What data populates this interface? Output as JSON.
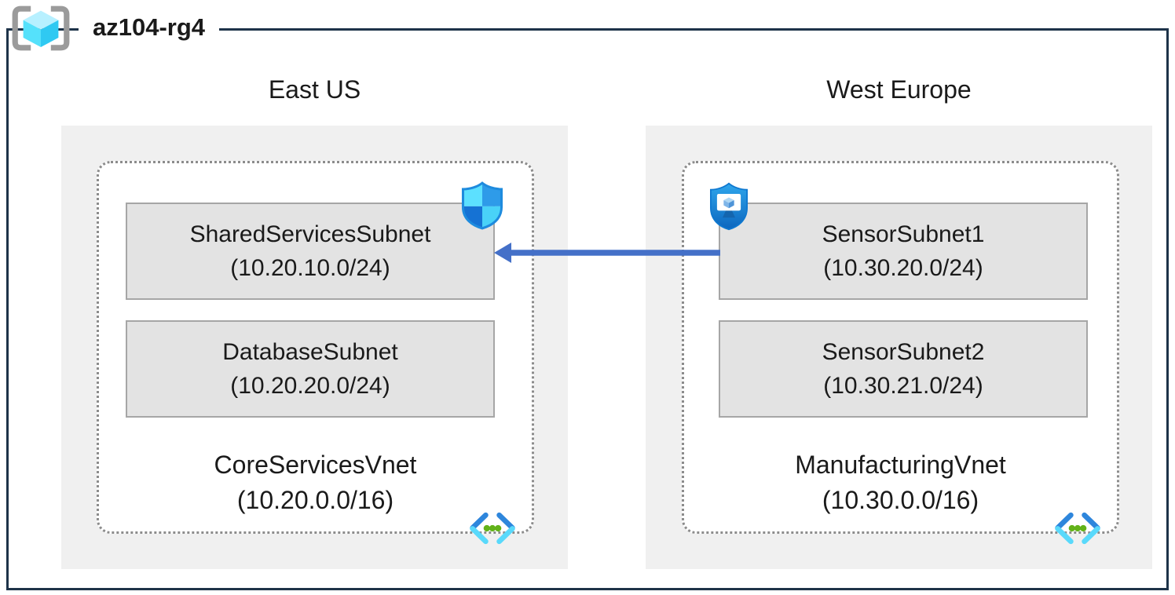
{
  "title": {
    "label": "az104-rg4",
    "icon": "resource-group-icon"
  },
  "regions": [
    {
      "name": "East US",
      "vnet": {
        "name": "CoreServicesVnet",
        "cidr": "(10.20.0.0/16)",
        "icon": "virtual-network-icon",
        "subnets": [
          {
            "name": "SharedServicesSubnet",
            "cidr": "(10.20.10.0/24)",
            "badge_icon": "network-security-group-shield-icon"
          },
          {
            "name": "DatabaseSubnet",
            "cidr": "(10.20.20.0/24)"
          }
        ]
      }
    },
    {
      "name": "West Europe",
      "vnet": {
        "name": "ManufacturingVnet",
        "cidr": "(10.30.0.0/16)",
        "icon": "virtual-network-icon",
        "subnets": [
          {
            "name": "SensorSubnet1",
            "cidr": "(10.30.20.0/24)",
            "badge_icon": "application-security-group-shield-icon"
          },
          {
            "name": "SensorSubnet2",
            "cidr": "(10.30.21.0/24)"
          }
        ]
      }
    }
  ],
  "connection": {
    "from": "SensorSubnet1",
    "to": "SharedServicesSubnet",
    "direction": "right-to-left",
    "color": "#4470C8"
  },
  "colors": {
    "frame_border": "#1E3349",
    "region_fill": "#F0F0F0",
    "subnet_fill": "#E3E3E3",
    "subnet_border": "#A6A6A6",
    "vnet_dotted_border": "#8C8C8C",
    "arrow_blue": "#4470C8",
    "cyan": "#50E6FF",
    "azure_blue": "#0F78D4",
    "green_dot": "#62B219",
    "bracket_gray": "#9B9B9B"
  }
}
